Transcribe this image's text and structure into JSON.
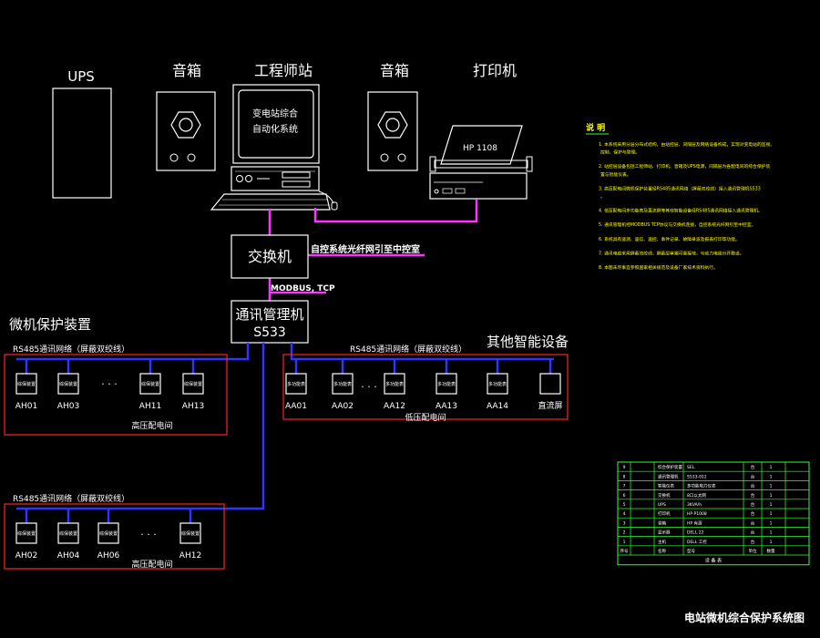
{
  "labels": {
    "ups": "UPS",
    "speaker_left": "音箱",
    "workstation": "工程师站",
    "speaker_right": "音箱",
    "printer": "打印机",
    "monitor_line1": "变电站综合",
    "monitor_line2": "自动化系统",
    "printer_model": "HP 1108",
    "switch": "交换机",
    "fiber_note": "自控系统光纤网引至中控室",
    "modbus": "MODBUS, TCP",
    "comm_manager_line1": "通讯管理机",
    "comm_manager_line2": "S533",
    "group_microprotect": "微机保护装置",
    "group_other": "其他智能设备",
    "rs485_label": "RS485通讯网络（屏蔽双绞线）",
    "ellipsis": "· · ·",
    "hv_room": "高压配电间",
    "lv_room": "低压配电间",
    "drawing_title": "电站微机综合保护系统图"
  },
  "group_top_left": {
    "devices": [
      {
        "id": "AH01",
        "tag": "综保装置"
      },
      {
        "id": "AH03",
        "tag": "综保装置"
      },
      {
        "id": "AH11",
        "tag": "综保装置"
      },
      {
        "id": "AH13",
        "tag": "综保装置"
      }
    ]
  },
  "group_top_right": {
    "devices": [
      {
        "id": "AA01",
        "tag": "多功能表"
      },
      {
        "id": "AA02",
        "tag": "多功能表"
      },
      {
        "id": "AA12",
        "tag": "多功能表"
      },
      {
        "id": "AA13",
        "tag": "多功能表"
      },
      {
        "id": "AA14",
        "tag": "多功能表"
      },
      {
        "id": "直流屏",
        "tag": ""
      }
    ]
  },
  "group_bottom_left": {
    "devices": [
      {
        "id": "AH02",
        "tag": "综保装置"
      },
      {
        "id": "AH04",
        "tag": "综保装置"
      },
      {
        "id": "AH06",
        "tag": "综保装置"
      },
      {
        "id": "AH12",
        "tag": "综保装置"
      }
    ]
  },
  "notes": {
    "heading": "说 明",
    "paragraphs": [
      "1. 本系统采用分层分布式结构，由站控层、间隔层及网络设备构成，实现对变电站的监视、控制、保护与管理。",
      "2. 站控层设备包括工程师站、打印机、音箱及UPS电源，间隔层为各配电间的综合保护装置与智能仪表。",
      "3. 高压配电间微机保护装置经RS485通讯网络（屏蔽双绞线）接入通讯管理机S533。",
      "4. 低压配电间多功能表及直流屏等其他智能设备经RS485通讯网络接入通讯管理机。",
      "5. 通讯管理机经MODBUS TCP协议与交换机连接，自控系统光纤网引至中控室。",
      "6. 系统具有遥测、遥信、遥控、事件记录、故障录波及报表打印等功能。",
      "7. 通讯电缆采用屏蔽双绞线，屏蔽层单端可靠接地，与动力电缆分开敷设。",
      "8. 本图未尽事宜参照国家相关规范及设备厂家技术资料执行。"
    ]
  },
  "bom": {
    "rows": [
      [
        "9",
        "综合保护装置",
        "SEL",
        "台",
        "1"
      ],
      [
        "8",
        "通讯管理机",
        "S533-012",
        "台",
        "1"
      ],
      [
        "7",
        "智能仪表",
        "多功能电力仪表",
        "台",
        "1"
      ],
      [
        "6",
        "交换机",
        "8口以太网",
        "台",
        "1"
      ],
      [
        "5",
        "UPS",
        "3KVA/h",
        "台",
        "1"
      ],
      [
        "4",
        "打印机",
        "HP P1008",
        "台",
        "1"
      ],
      [
        "3",
        "音箱",
        "HP 有源",
        "台",
        "1"
      ],
      [
        "2",
        "显示器",
        "DELL 22",
        "台",
        "1"
      ],
      [
        "1",
        "主机",
        "DELL 工控",
        "台",
        "1"
      ]
    ],
    "header": [
      "序号",
      "名称",
      "型号",
      "单位",
      "数量"
    ],
    "footer": "设 备 表"
  },
  "colors": {
    "magenta": "#ff33ff",
    "blue": "#3333ff",
    "red": "#ff2222",
    "green": "#33ff33",
    "yellow": "#ffff00"
  }
}
